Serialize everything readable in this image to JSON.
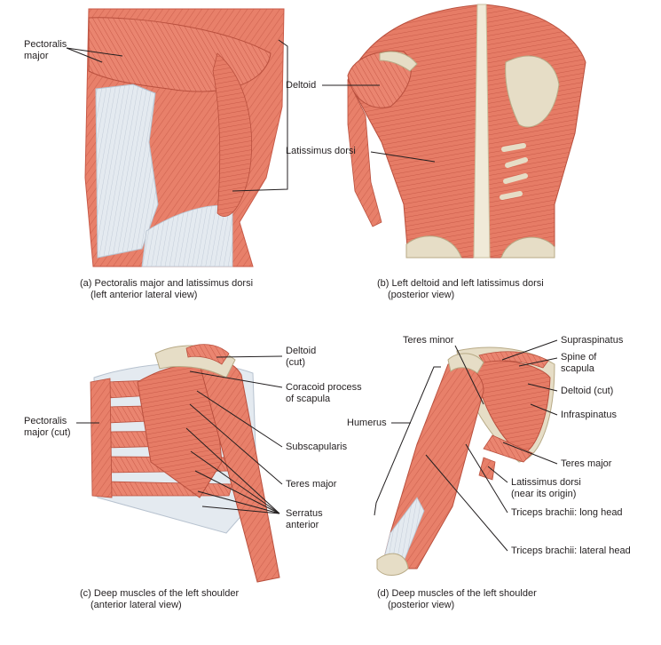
{
  "colors": {
    "muscle": "#e8806a",
    "muscle_dark": "#c85a48",
    "muscle_light": "#f2a08c",
    "tendon": "#dfe6ee",
    "bone": "#e6ddc6",
    "bone_dark": "#c9bd9c",
    "leader": "#231f20"
  },
  "panel_a": {
    "labels": {
      "pectoralis_major": [
        "Pectoralis",
        "major"
      ]
    },
    "caption": {
      "title": "(a) Pectoralis major and latissimus dorsi",
      "sub": "(left anterior lateral view)"
    }
  },
  "panel_b": {
    "labels": {
      "deltoid": "Deltoid",
      "latissimus_dorsi": "Latissimus dorsi"
    },
    "caption": {
      "title": "(b) Left deltoid and left latissimus dorsi",
      "sub": "(posterior view)"
    }
  },
  "panel_c": {
    "labels": {
      "pectoralis_major_cut": [
        "Pectoralis",
        "major (cut)"
      ],
      "deltoid_cut": [
        "Deltoid",
        "(cut)"
      ],
      "coracoid_process": [
        "Coracoid process",
        "of scapula"
      ],
      "subscapularis": "Subscapularis",
      "teres_major": "Teres major",
      "serratus_anterior": [
        "Serratus",
        "anterior"
      ]
    },
    "caption": {
      "title": "(c) Deep muscles of the left shoulder",
      "sub": "(anterior lateral view)"
    }
  },
  "panel_d": {
    "labels": {
      "teres_minor": "Teres minor",
      "supraspinatus": "Supraspinatus",
      "spine_of_scapula": [
        "Spine of",
        "scapula"
      ],
      "deltoid_cut": "Deltoid (cut)",
      "infraspinatus": "Infraspinatus",
      "humerus": "Humerus",
      "teres_major": "Teres major",
      "latissimus_dorsi_origin": [
        "Latissimus dorsi",
        "(near its origin)"
      ],
      "triceps_long_head": "Triceps brachii: long head",
      "triceps_lateral_head": "Triceps brachii: lateral head"
    },
    "caption": {
      "title": "(d) Deep muscles of the left shoulder",
      "sub": "(posterior view)"
    }
  }
}
